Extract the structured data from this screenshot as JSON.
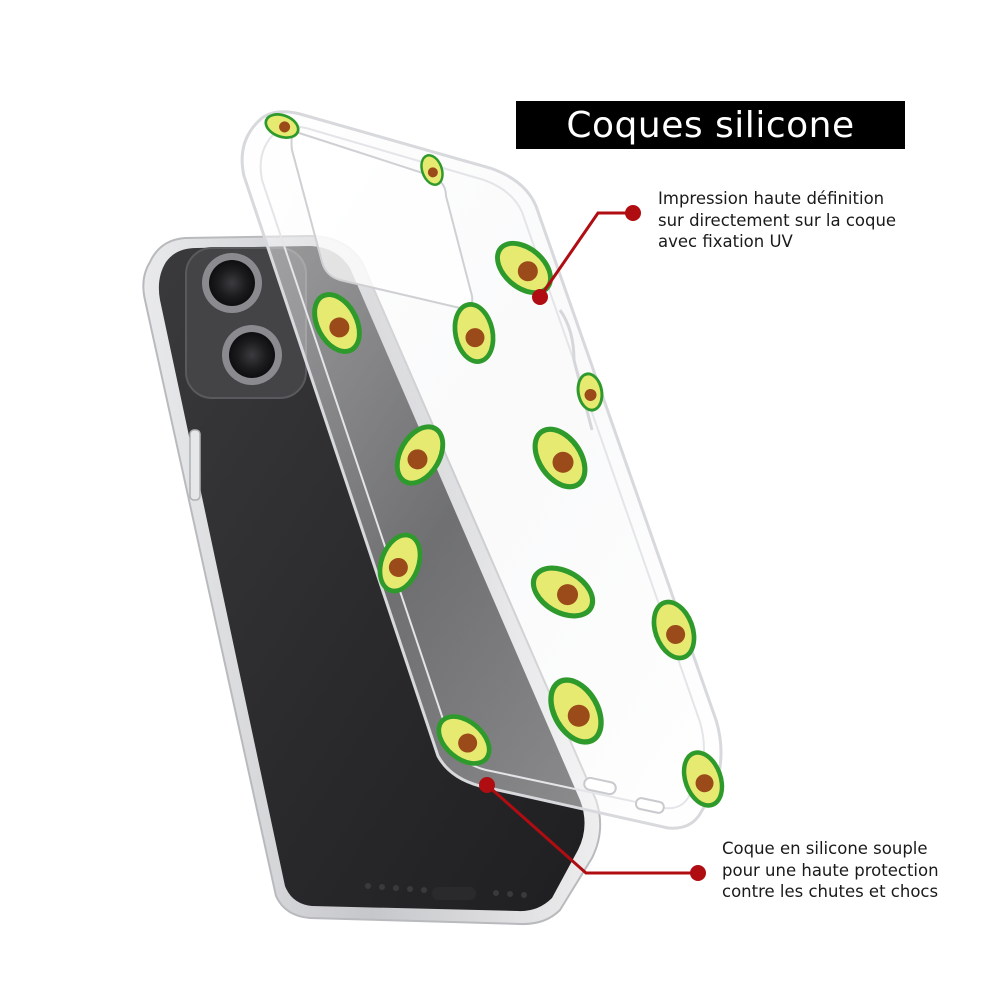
{
  "title": "Coques silicone",
  "callouts": {
    "top": {
      "lines": [
        "Impression haute définition",
        "sur directement sur la coque",
        "avec fixation UV"
      ]
    },
    "bottom": {
      "lines": [
        "Coque en silicone souple",
        "pour une haute protection",
        "contre les chutes et chocs"
      ]
    }
  },
  "colors": {
    "banner_bg": "#000000",
    "banner_text": "#ffffff",
    "callout_line": "#b00d12",
    "avocado_skin": "#2f9a2c",
    "avocado_flesh": "#e6ea70",
    "avocado_pit": "#9b4a1a",
    "phone_body": "#2e2e30",
    "phone_frame": "#cfd0d2"
  },
  "icons": {
    "phone": "phone-illustration",
    "case": "clear-case-illustration",
    "pattern": "avocado-icon"
  }
}
